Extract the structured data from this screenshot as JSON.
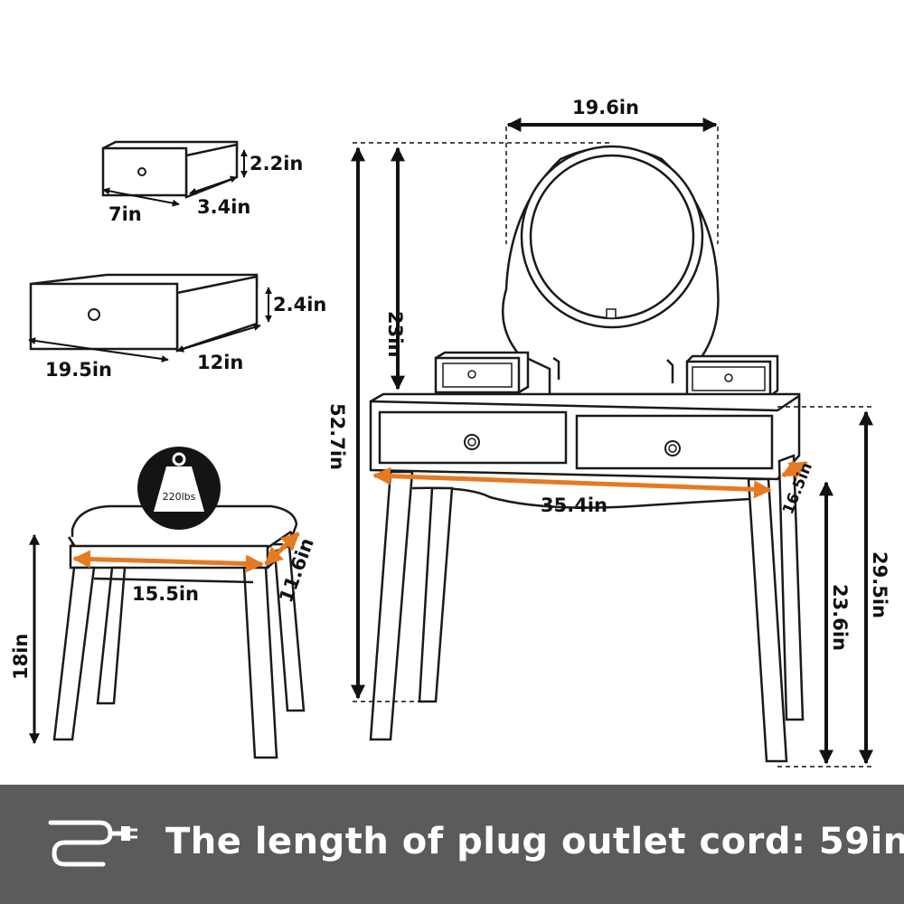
{
  "dimensions": {
    "small_drawer_height": "2.2in",
    "small_drawer_width": "7in",
    "small_drawer_depth": "3.4in",
    "large_drawer_height": "2.4in",
    "large_drawer_width": "19.5in",
    "large_drawer_depth": "12in",
    "mirror_width": "19.6in",
    "mirror_height": "23in",
    "total_height": "52.7in",
    "table_width": "35.4in",
    "table_depth": "16.5in",
    "table_height": "29.5in",
    "leg_clearance": "23.6in",
    "stool_width": "15.5in",
    "stool_depth": "11.6in",
    "stool_height": "18in",
    "weight_capacity": "220lbs"
  },
  "footer": {
    "cord_text": "The length of plug outlet cord: 59in"
  },
  "colors": {
    "accent_arrow": "#e67a22",
    "footer_bg": "#5b5b5b",
    "line": "#1a1a1a"
  },
  "icons": [
    "weight-icon",
    "power-cord-icon"
  ]
}
